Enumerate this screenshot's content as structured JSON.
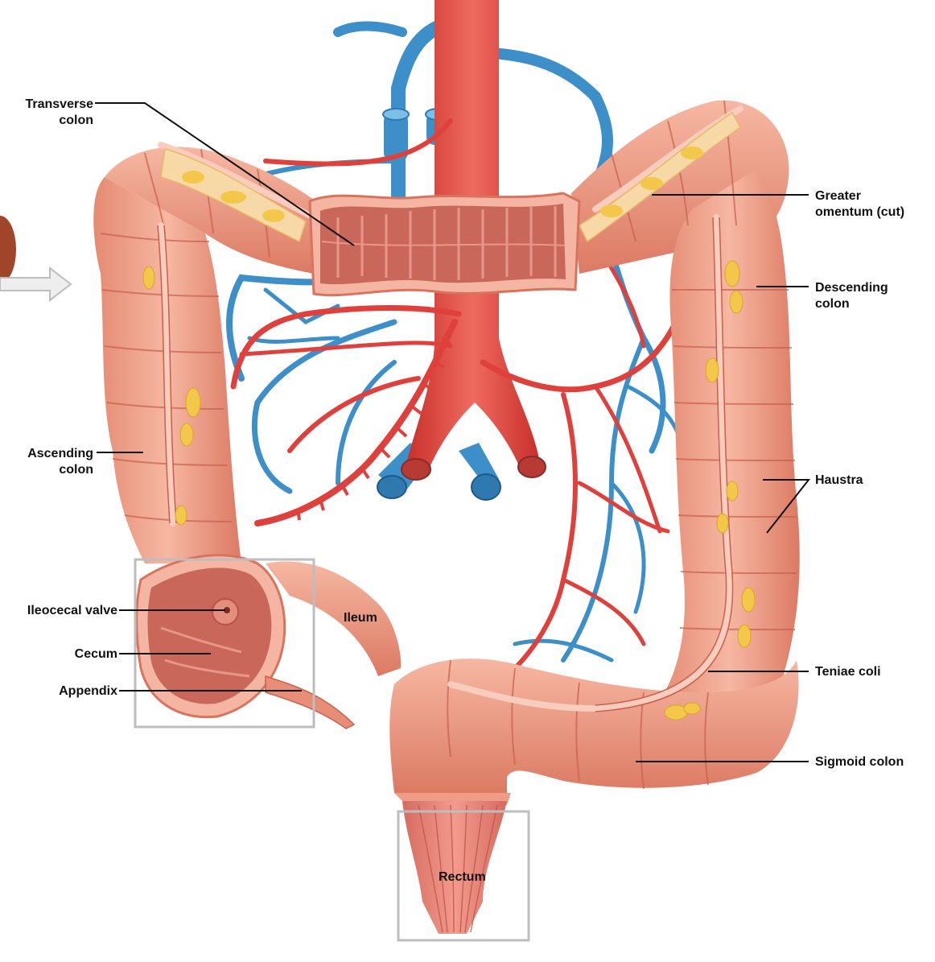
{
  "labels": {
    "transverse_colon": "Transverse\ncolon",
    "greater_omentum": "Greater\nomentum (cut)",
    "descending_colon": "Descending\ncolon",
    "ascending_colon": "Ascending\ncolon",
    "haustra": "Haustra",
    "ileocecal_valve": "Ileocecal valve",
    "ileum": "Ileum",
    "cecum": "Cecum",
    "appendix": "Appendix",
    "teniae_coli": "Teniae coli",
    "sigmoid_colon": "Sigmoid colon",
    "rectum": "Rectum"
  },
  "colors": {
    "colon_fill": "#f0a38c",
    "colon_shade": "#d9735e",
    "colon_inner": "#c9675a",
    "artery": "#e0403c",
    "vein": "#3d8fc9",
    "fat": "#f3c84a",
    "box_border": "#bdbdbd",
    "leader_line": "#111111"
  }
}
